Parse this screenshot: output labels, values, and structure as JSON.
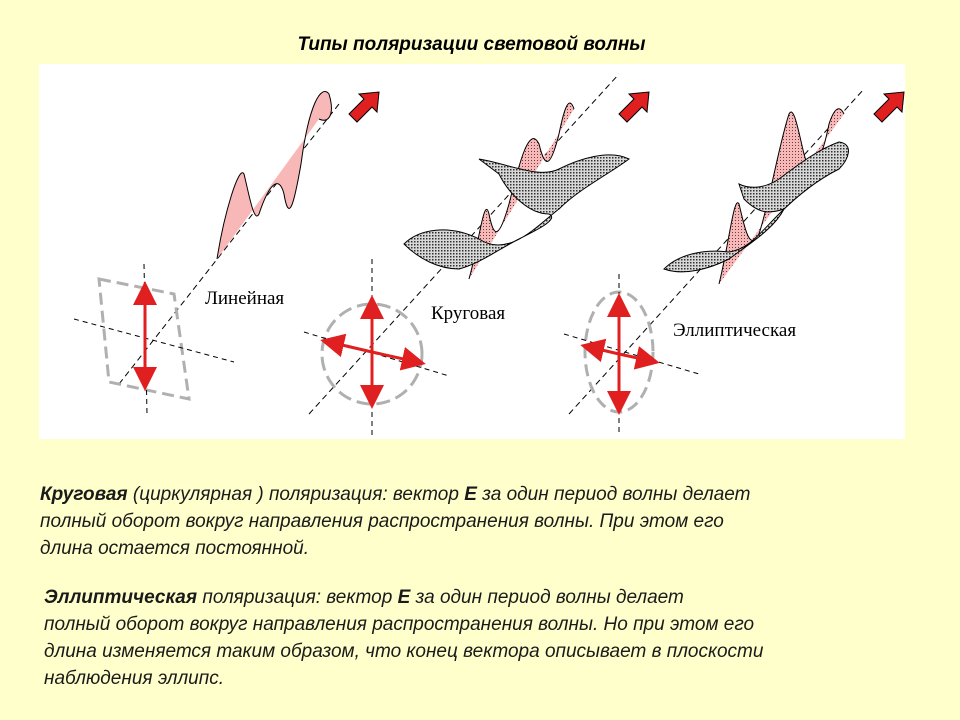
{
  "title": "Типы поляризации световой волны",
  "figure": {
    "labels": {
      "linear": "Линейная",
      "circular": "Круговая",
      "elliptical": "Эллиптическая"
    },
    "colors": {
      "wave_fill": "#f8b8b8",
      "wave_dotted_fill": "#a0a0a0",
      "vector": "#e02020",
      "frame": "#b0b0b0"
    }
  },
  "paragraph1": {
    "term": "Круговая",
    "text_a": " (циркулярная ) поляризация: вектор ",
    "vector": "E",
    "text_b": " за один период волны  делает",
    "line2": "полный оборот вокруг направления распространения волны. При этом его",
    "line3": "длина остается постоянной."
  },
  "paragraph2": {
    "term": "Эллиптическая",
    "text_a": " поляризация: вектор ",
    "vector": "E",
    "text_b": " за один период волны  делает",
    "line2": "полный оборот вокруг направления распространения волны. Но при этом его",
    "line3": "длина изменяется таким образом, что конец вектора описывает в плоскости",
    "line4": "наблюдения эллипс."
  }
}
